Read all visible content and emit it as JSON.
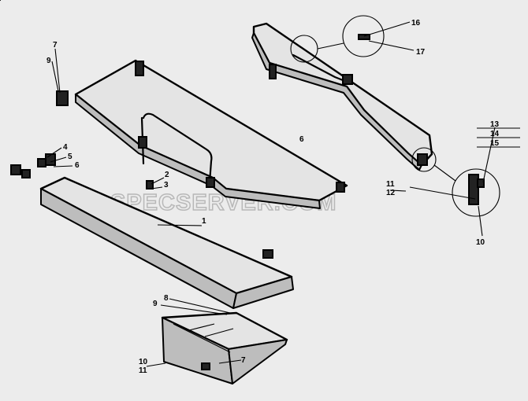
{
  "watermark": "SPECSERVER.COM",
  "callouts": {
    "c1": "1",
    "c2": "2",
    "c3": "3",
    "c4": "4",
    "c5": "5",
    "c6a": "6",
    "c6b": "6",
    "c7a": "7",
    "c7b": "7",
    "c8": "8",
    "c9a": "9",
    "c9b": "9",
    "c10a": "10",
    "c10b": "10",
    "c11a": "11",
    "c11b": "11",
    "c12": "12",
    "c13": "13",
    "c14": "14",
    "c15": "15",
    "c16": "16",
    "c17": "17"
  }
}
